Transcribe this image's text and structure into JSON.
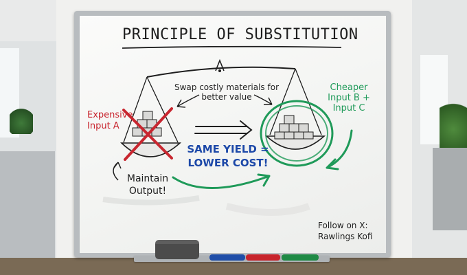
{
  "whiteboard": {
    "title": "PRINCIPLE OF SUBSTITUTION",
    "note": "Swap costly materials for better value",
    "expensive_label": "Expensive Input A",
    "cheaper_label": "Cheaper Input B + Input C",
    "same_yield": "SAME YIELD = LOWER COST!",
    "maintain": "Maintain Output!",
    "follow": "Follow on X: Rawlings Kofi"
  },
  "colors": {
    "red_ink": "#c8262f",
    "green_ink": "#1f9a59",
    "blue_ink": "#1c48a8",
    "black_ink": "#1e1e1e"
  }
}
